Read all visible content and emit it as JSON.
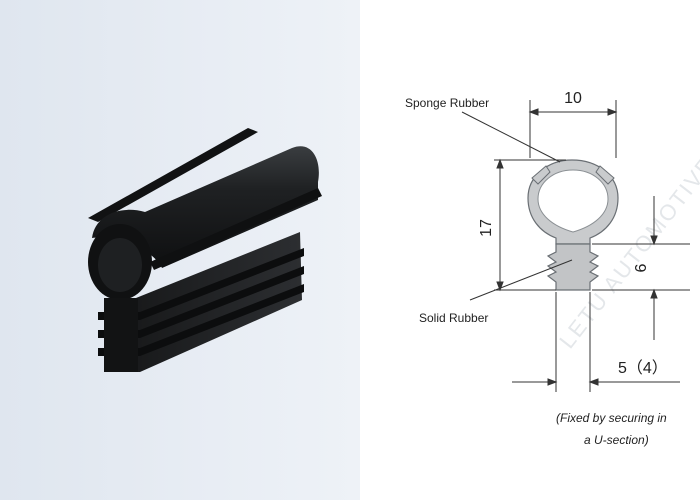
{
  "labels": {
    "sponge": "Sponge Rubber",
    "solid": "Solid Rubber"
  },
  "dimensions": {
    "width_top": "10",
    "height_total": "17",
    "stem_height": "6",
    "stem_width": "5（4）"
  },
  "note": {
    "line1": "(Fixed by securing in",
    "line2": "a U-section)"
  },
  "watermark": "LETU AUTOMOTIVE",
  "colors": {
    "left_bg": "#e6ecf3",
    "profile_fill": "#c8cacc",
    "profile_stroke": "#6a6f74",
    "product_black": "#1b1d1f",
    "dimension_line": "#333333"
  }
}
